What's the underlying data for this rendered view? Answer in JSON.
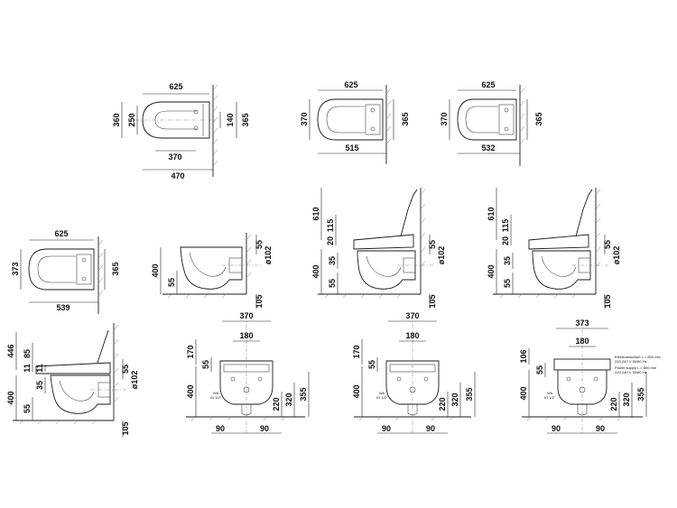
{
  "drawing_1": {
    "d625": "625",
    "d360": "360",
    "d250": "250",
    "d140": "140",
    "d365": "365",
    "d370": "370",
    "d470": "470"
  },
  "drawing_2": {
    "d625": "625",
    "d370": "370",
    "d365": "365",
    "d515": "515"
  },
  "drawing_3": {
    "d625": "625",
    "d370": "370",
    "d365": "365",
    "d532": "532"
  },
  "drawing_4": {
    "d625": "625",
    "d373": "373",
    "d365": "365",
    "d539": "539"
  },
  "drawing_5": {
    "d400": "400",
    "d55": "55",
    "d55b": "55",
    "d102": "ø102",
    "d105": "105"
  },
  "drawing_6": {
    "d610": "610",
    "d115": "115",
    "d20": "20",
    "d35": "35",
    "d400": "400",
    "d55": "55",
    "d55b": "55",
    "d102": "ø102",
    "d105": "105"
  },
  "drawing_7": {
    "d610": "610",
    "d115": "115",
    "d20": "20",
    "d35": "35",
    "d400": "400",
    "d55": "55",
    "d55b": "55",
    "d102": "ø102",
    "d105": "105"
  },
  "drawing_8": {
    "d446": "446",
    "d85": "85",
    "d11a": "11",
    "d11b": "11",
    "d400": "400",
    "d55": "55",
    "d35": "35",
    "d55b": "55",
    "d102": "ø102",
    "d105": "105"
  },
  "drawing_9": {
    "d370": "370",
    "d180": "180",
    "d170": "170",
    "d55": "55",
    "d400": "400",
    "d220": "220",
    "d320": "320",
    "d355": "355",
    "d90a": "90",
    "d90b": "90",
    "wa": "WA",
    "wa_size": "IG 1/2\""
  },
  "drawing_10": {
    "d370": "370",
    "d180": "180",
    "d170": "170",
    "d55": "55",
    "d400": "400",
    "d220": "220",
    "d320": "320",
    "d355": "355",
    "d90a": "90",
    "d90b": "90",
    "wa": "WA",
    "wa_size": "IG 1/2\""
  },
  "drawing_11": {
    "d373": "373",
    "d180": "180",
    "d106": "106",
    "d55": "55",
    "d400": "400",
    "d220": "220",
    "d320": "320",
    "d355": "355",
    "d90a": "90",
    "d90b": "90",
    "wa": "WA",
    "wa_size": "IG 1/2\"",
    "note_1": "Elektroanschluß L = 800 mm",
    "note_2": "220-240 V  50/60 Hz",
    "note_3": "Power supply L = 800 mm",
    "note_4": "220-240 V  50/60 Hz"
  }
}
